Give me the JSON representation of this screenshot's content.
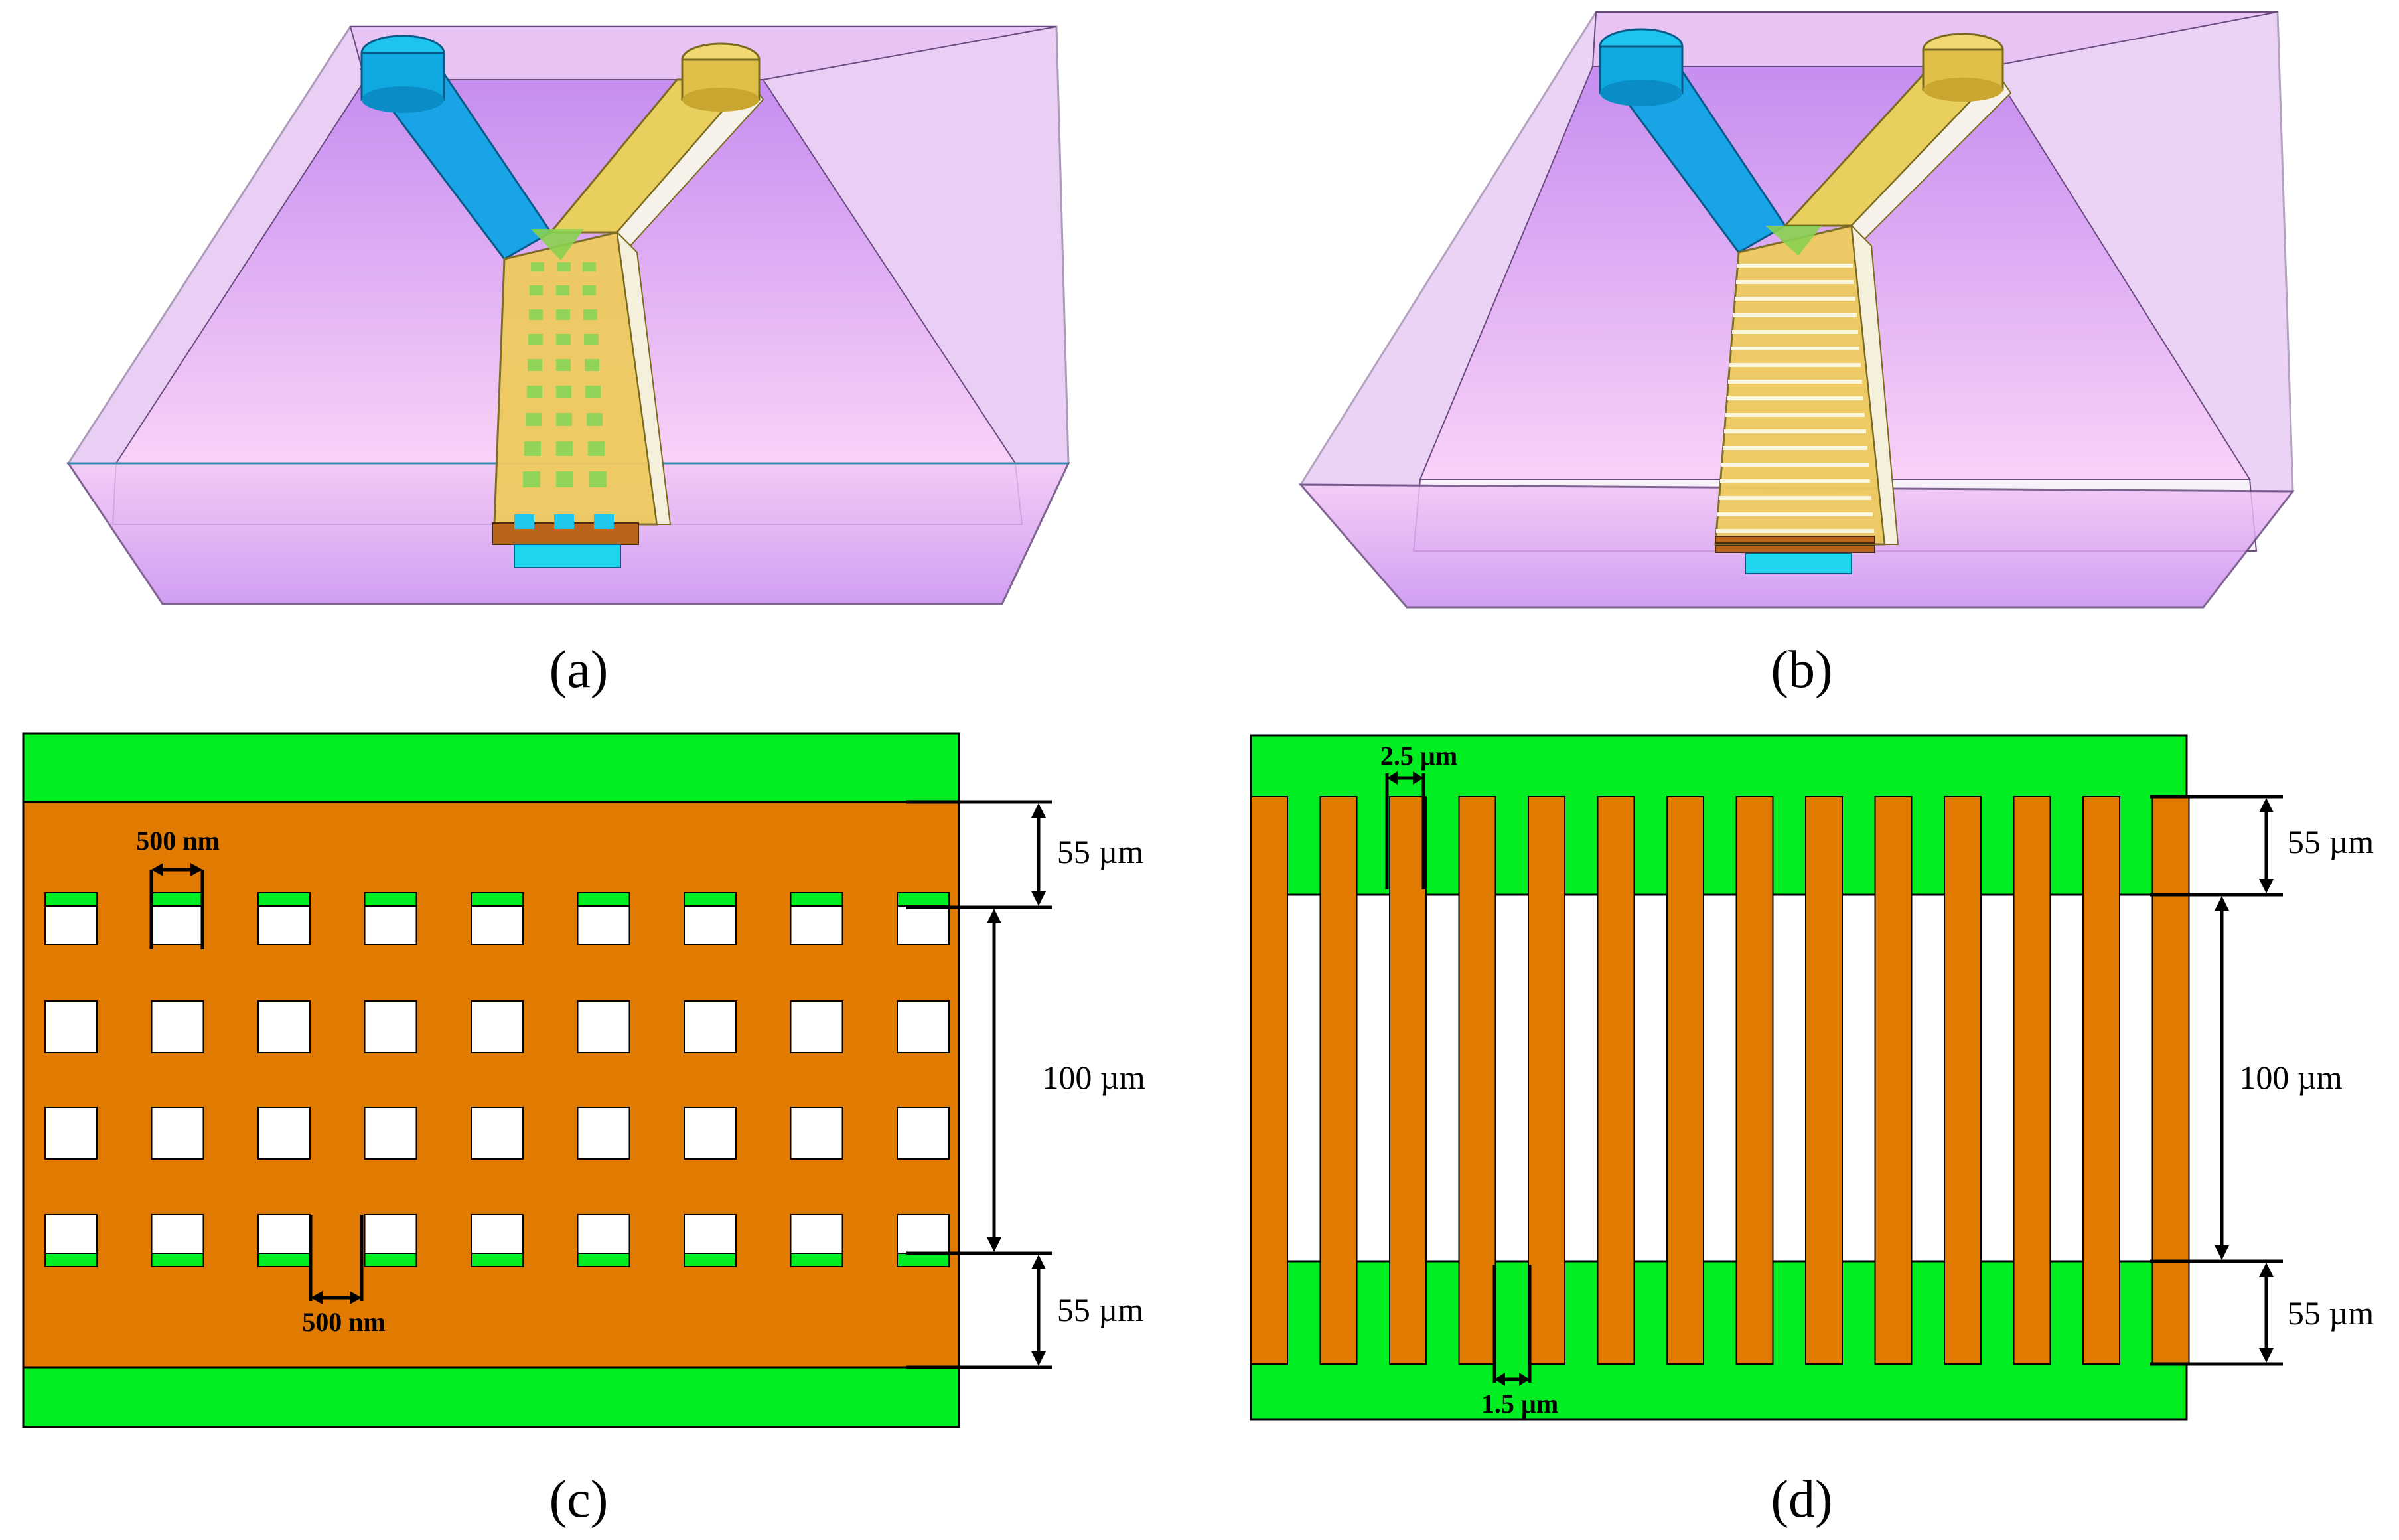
{
  "panels": {
    "a": {
      "label": "(a)"
    },
    "b": {
      "label": "(b)"
    },
    "c": {
      "label": "(c)",
      "hole_size_top": "500 nm",
      "hole_gap_bottom": "500 nm",
      "dim_upper": "55 µm",
      "dim_middle": "100 µm",
      "dim_lower": "55 µm"
    },
    "d": {
      "label": "(d)",
      "bar_width": "2.5 µm",
      "bar_gap": "1.5 µm",
      "dim_upper": "55 µm",
      "dim_middle": "100 µm",
      "dim_lower": "55 µm"
    }
  },
  "colors": {
    "substrate_green": "#00ee22",
    "metal_orange": "#e07a00",
    "chip_purple": "#c69bea",
    "chip_pink": "#f7c0f5",
    "inlet_blue": "#16c3ee",
    "inlet_yellow": "#eed57a",
    "outlet_cyan": "#22d8ee"
  },
  "icons": [
    "microfluidic-chip-hole-array",
    "microfluidic-chip-grating"
  ]
}
